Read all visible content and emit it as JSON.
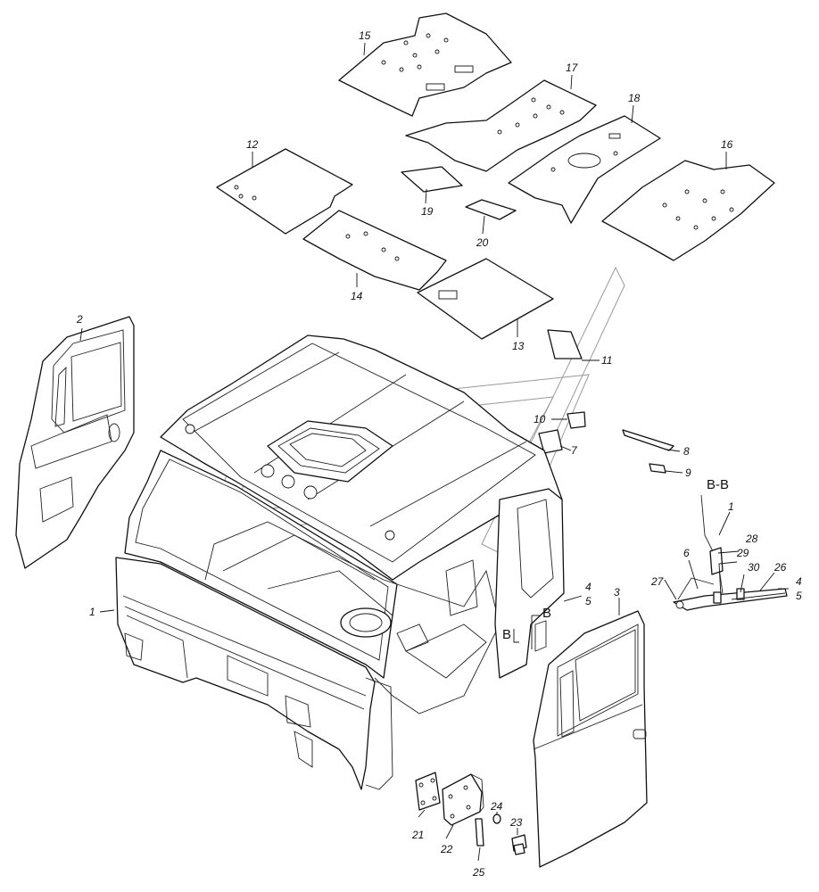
{
  "callouts": {
    "c1": "1",
    "c2": "2",
    "c3": "3",
    "c4": "4",
    "c5": "5",
    "c7": "7",
    "c8": "8",
    "c9": "9",
    "c10": "10",
    "c11": "11",
    "c12": "12",
    "c13": "13",
    "c14": "14",
    "c15": "15",
    "c16": "16",
    "c17": "17",
    "c18": "18",
    "c19": "19",
    "c20": "20",
    "c21": "21",
    "c22": "22",
    "c23": "23",
    "c24": "24",
    "c25": "25"
  },
  "section_view": {
    "title": "B-B",
    "c1": "1",
    "c6": "6",
    "c27": "27",
    "c28": "28",
    "c29": "29",
    "c30": "30",
    "c26": "26",
    "c4": "4",
    "c5": "5"
  },
  "section_marks": {
    "b1": "B",
    "b2": "B"
  }
}
